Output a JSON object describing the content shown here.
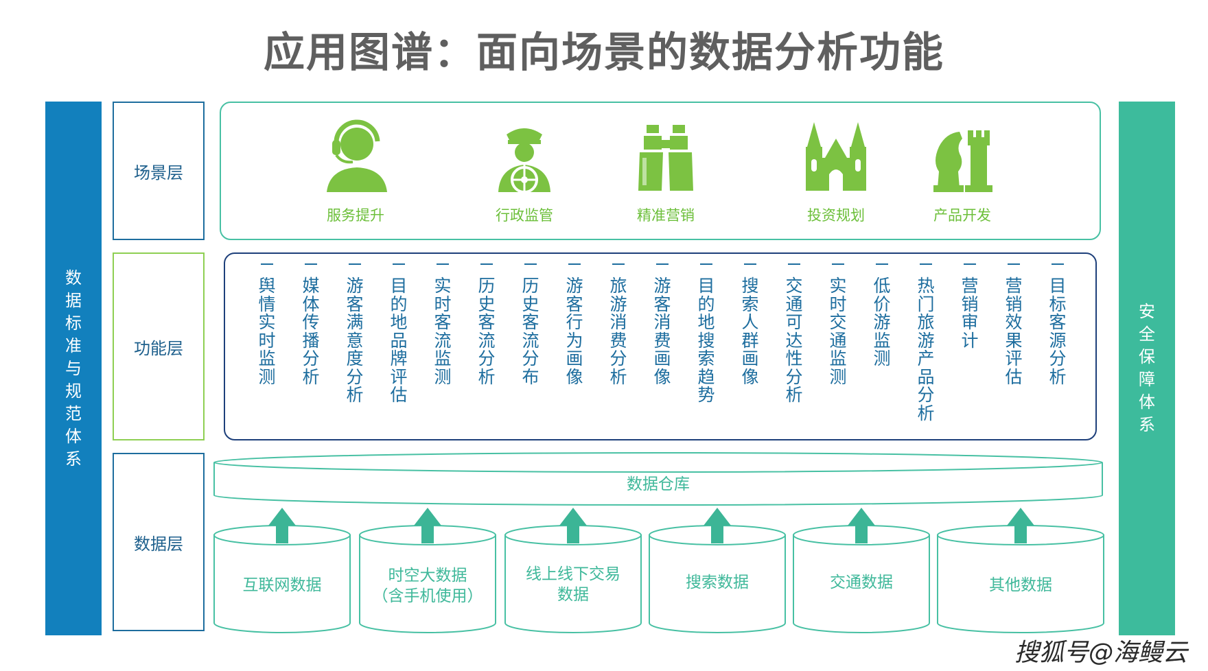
{
  "title": "应用图谱：面向场景的数据分析功能",
  "left_bar": "数据标准与规范体系",
  "right_bar": "安全保障体系",
  "layers": {
    "scene": "场景层",
    "function": "功能层",
    "data": "数据层"
  },
  "scenes": [
    {
      "label": "服务提升",
      "icon": "headset-person-icon"
    },
    {
      "label": "行政监管",
      "icon": "captain-helm-icon"
    },
    {
      "label": "精准营销",
      "icon": "binoculars-icon"
    },
    {
      "label": "投资规划",
      "icon": "cathedral-icon"
    },
    {
      "label": "产品开发",
      "icon": "chess-pieces-icon"
    }
  ],
  "functions": [
    "舆情实时监测",
    "媒体传播分析",
    "游客满意度分析",
    "目的地品牌评估",
    "实时客流监测",
    "历史客流分析",
    "历史客流分布",
    "游客行为画像",
    "旅游消费分析",
    "游客消费画像",
    "目的地搜索趋势",
    "搜索人群画像",
    "交通可达性分析",
    "实时交通监测",
    "低价游监测",
    "热门旅游产品分析",
    "营销审计",
    "营销效果评估",
    "目标客源分析"
  ],
  "warehouse": "数据仓库",
  "sources": [
    {
      "line1": "互联网数据",
      "line2": ""
    },
    {
      "line1": "时空大数据",
      "line2": "（含手机使用）"
    },
    {
      "line1": "线上线下交易",
      "line2": "数据"
    },
    {
      "line1": "搜索数据",
      "line2": ""
    },
    {
      "line1": "交通数据",
      "line2": ""
    },
    {
      "line1": "其他数据",
      "line2": ""
    }
  ],
  "watermark": "搜狐号@海鳗云",
  "colors": {
    "blue_bar": "#1280bd",
    "green_bar": "#3dbb9c",
    "icon_green": "#7cc242",
    "teal_line": "#47c0a3",
    "arrow": "#3cb596",
    "function_text": "#1d6d9e"
  }
}
